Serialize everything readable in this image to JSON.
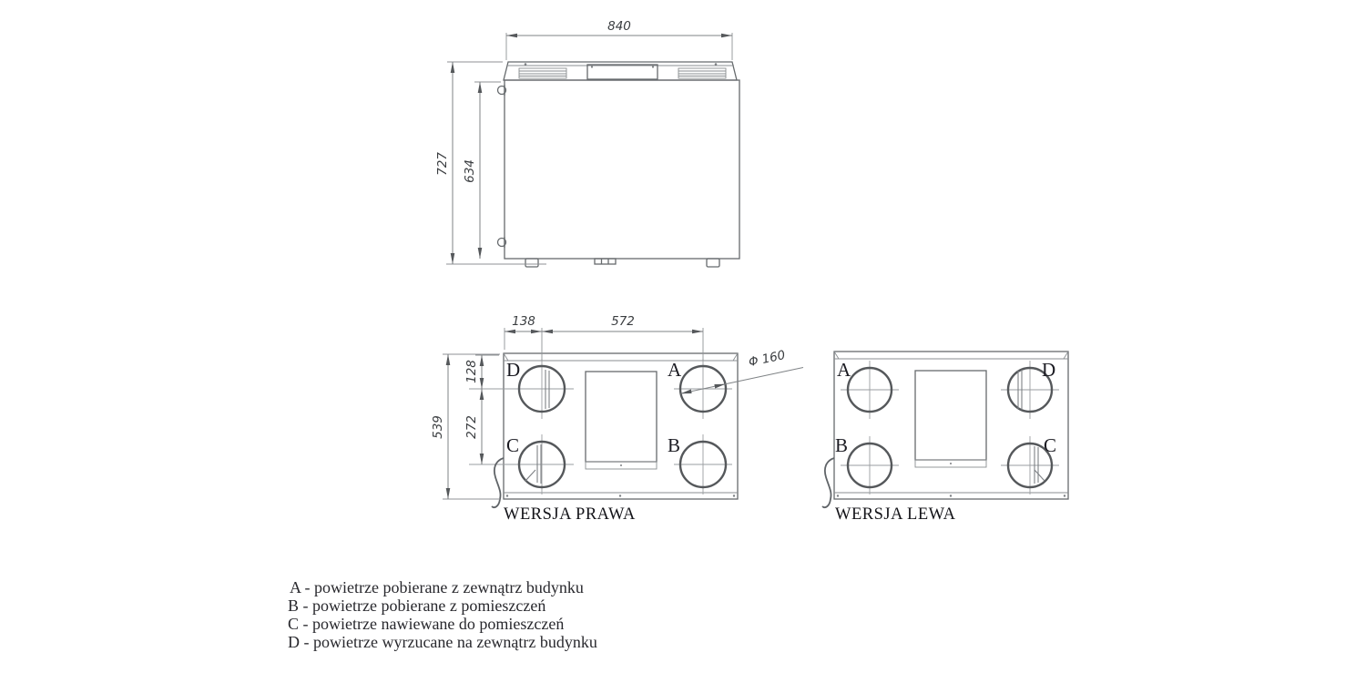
{
  "views": {
    "top": {
      "dim_width": "840",
      "dim_height_outer": "727",
      "dim_height_inner": "634"
    },
    "front_right": {
      "label": "WERSJA PRAWA",
      "ports": {
        "tl": "D",
        "tr": "A",
        "bl": "C",
        "br": "B"
      },
      "dims": {
        "port_offset_x": "138",
        "port_spacing_x": "572",
        "port_offset_y": "128",
        "port_spacing_y": "272",
        "height": "539",
        "port_diameter": "Φ 160"
      }
    },
    "front_left": {
      "label": "WERSJA LEWA",
      "ports": {
        "tl": "A",
        "tr": "D",
        "bl": "B",
        "br": "C"
      }
    }
  },
  "legend": {
    "items": [
      {
        "line": "A - powietrze pobierane z zewnątrz budynku"
      },
      {
        "line": "B - powietrze pobierane z pomieszczeń"
      },
      {
        "line": "C - powietrze nawiewane do pomieszczeń"
      },
      {
        "line": "D - powietrze wyrzucane na zewnątrz budynku"
      }
    ]
  },
  "colors": {
    "background": "#ffffff",
    "drawing_line": "#666a6d",
    "dimension_line": "#7f8386",
    "label_text": "#1b1b22"
  }
}
